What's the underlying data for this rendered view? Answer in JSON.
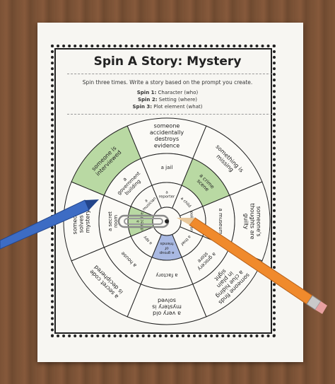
{
  "title": "Spin A Story: Mystery",
  "instructions": "Spin three times. Write a story based on the prompt you create.",
  "spins": [
    {
      "label": "Spin 1:",
      "text": "Character (who)"
    },
    {
      "label": "Spin 2:",
      "text": "Setting (where)"
    },
    {
      "label": "Spin 3:",
      "text": "Plot element (what)"
    }
  ],
  "outer_ring": [
    "someone accidentally destroys evidence",
    "something is missing",
    "someone's thoughts are guilty",
    "someone finds a clue hiding in plain sight",
    "a very old mystery is solved",
    "a secret code is deciphered",
    "someone solves a mystery",
    "someone is interviewed"
  ],
  "middle_ring": [
    "a jail",
    "a crime scene",
    "a museum",
    "a grocery store",
    "a factory",
    "a house",
    "a secret room",
    "a government building"
  ],
  "inner_ring": [
    "a reporter",
    "a child",
    "a policeman",
    "a thief",
    "a group of friends",
    "a spy",
    "a detective",
    "a musician"
  ],
  "colors": {
    "highlight_green": "#b9d9a3",
    "highlight_blue": "#a9b9e2",
    "blue_pencil": "#3d6cc4",
    "orange_pencil": "#f08a2c"
  }
}
